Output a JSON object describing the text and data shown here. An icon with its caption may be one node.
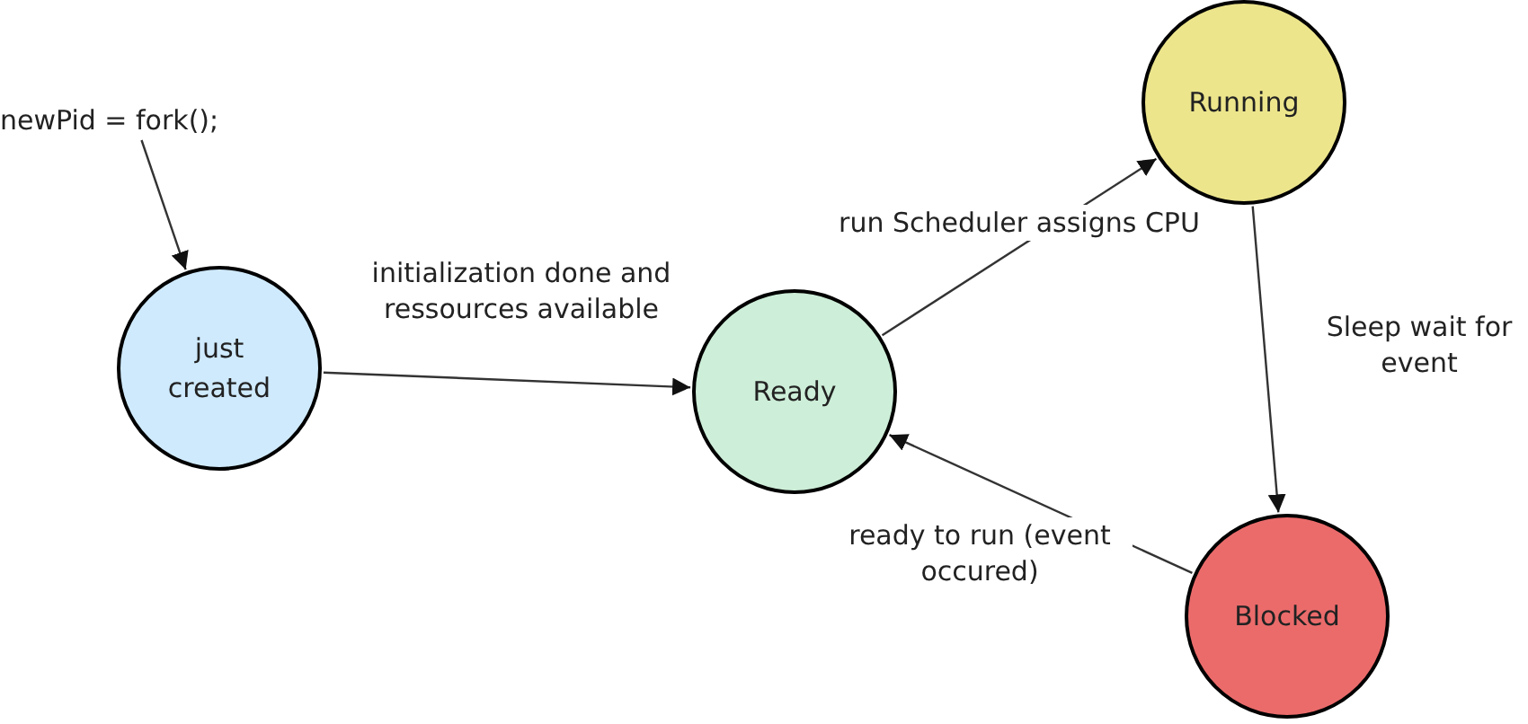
{
  "diagram": {
    "nodes": [
      {
        "text": [
          "newPid = fork();"
        ]
      },
      {
        "text": [
          "just created"
        ]
      },
      {
        "text": [
          "Ready"
        ]
      },
      {
        "text": [
          "Running"
        ]
      },
      {
        "text": [
          "Blocked"
        ]
      }
    ],
    "edges": [
      {
        "from": 0,
        "to": 1,
        "arrow": "to"
      },
      {
        "from": 1,
        "to": 2,
        "arrow": "to",
        "label": "initialization done and ressources available"
      },
      {
        "from": 2,
        "to": 3,
        "arrow": "to",
        "label": "run Scheduler assigns CPU"
      },
      {
        "from": 3,
        "to": 4,
        "arrow": "to",
        "label": "Sleep wait for event"
      },
      {
        "from": 4,
        "to": 2,
        "arrow": "to",
        "label": "ready to run (event occured)"
      }
    ]
  }
}
